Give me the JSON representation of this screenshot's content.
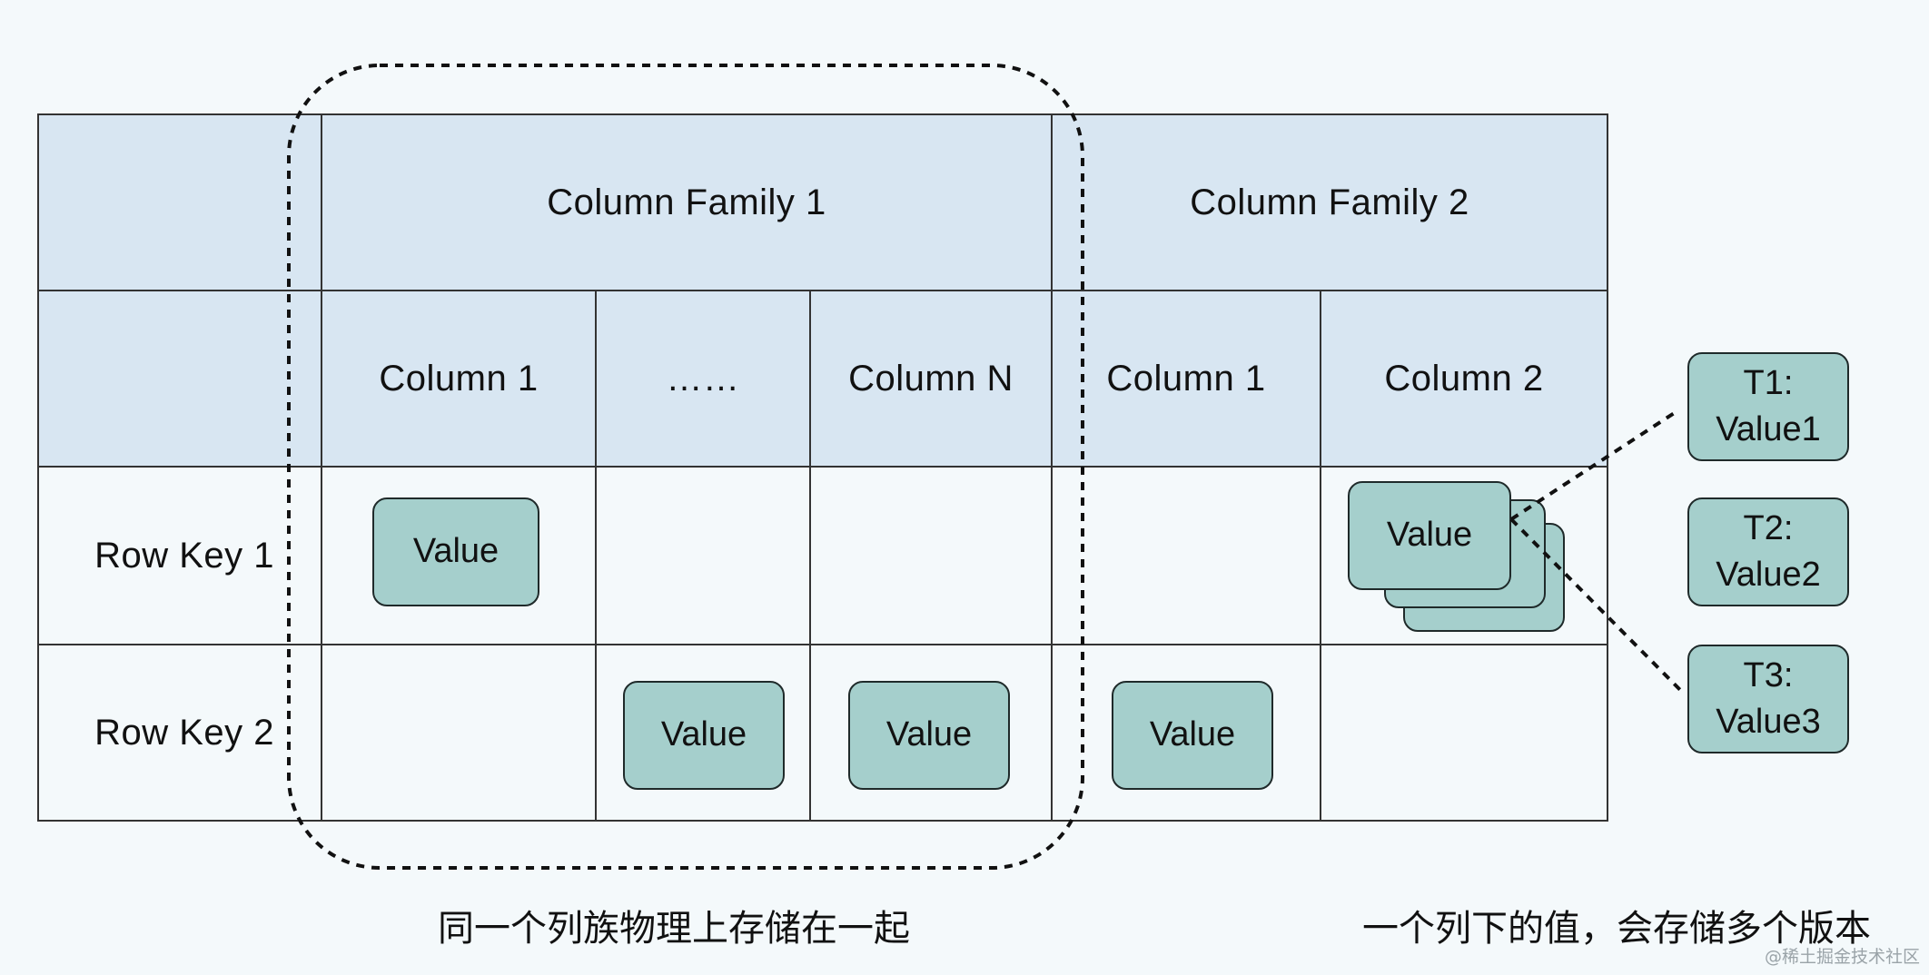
{
  "header": {
    "family1": "Column Family 1",
    "family2": "Column Family 2"
  },
  "columns": {
    "cf1_col1": "Column 1",
    "cf1_ellipsis": "……",
    "cf1_colN": "Column N",
    "cf2_col1": "Column 1",
    "cf2_col2": "Column 2"
  },
  "rows": {
    "row1": "Row Key 1",
    "row2": "Row Key 2"
  },
  "values": {
    "label": "Value"
  },
  "versions": [
    {
      "time": "T1:",
      "value": "Value1"
    },
    {
      "time": "T2:",
      "value": "Value2"
    },
    {
      "time": "T3:",
      "value": "Value3"
    }
  ],
  "captions": {
    "left": "同一个列族物理上存储在一起",
    "right": "一个列下的值，会存储多个版本"
  },
  "watermark": "@稀土掘金技术社区",
  "colors": {
    "header_fill": "#d8e6f2",
    "value_fill": "#a5cfcc",
    "background": "#f4f9fb"
  }
}
